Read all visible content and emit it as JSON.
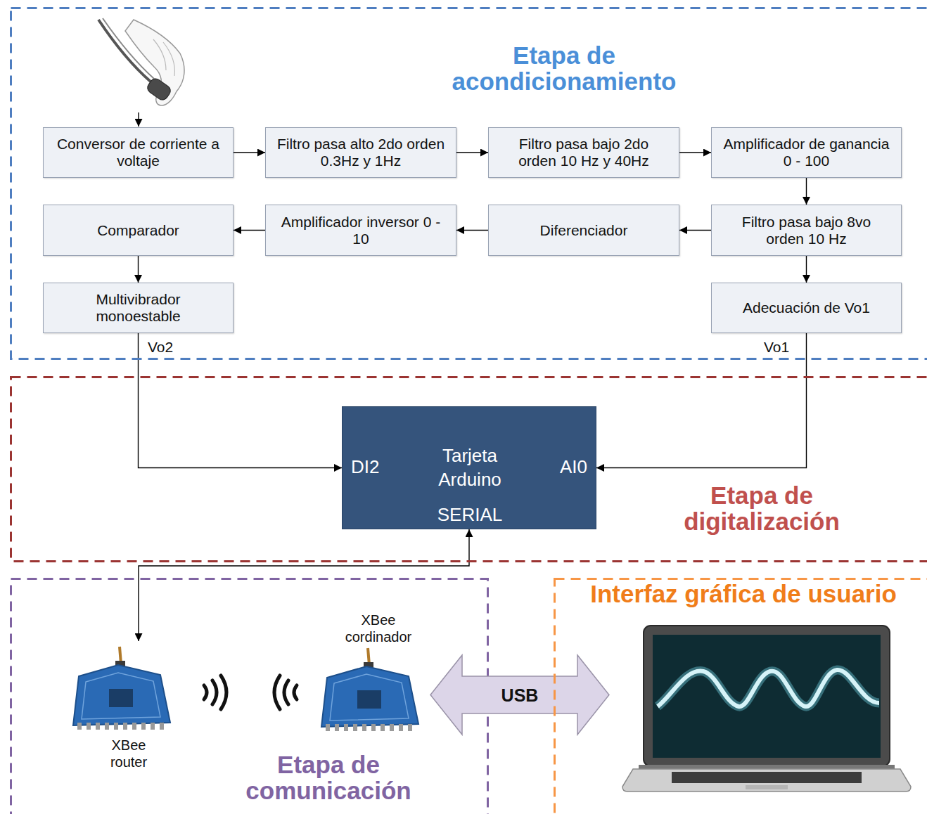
{
  "diagram": {
    "nodes": [
      {
        "text": [
          "Etapa de acondicionamiento"
        ]
      },
      {
        "text": [
          "Conversor de corriente a voltaje"
        ],
        "in": 0
      },
      {
        "text": [
          "Filtro pasa alto 2do orden 0.3Hz y 1Hz"
        ],
        "in": 0
      },
      {
        "text": [
          "Filtro pasa bajo 2do orden 10 Hz y 40Hz"
        ],
        "in": 0
      },
      {
        "text": [
          "Amplificador de ganancia 0 - 100"
        ],
        "in": 0
      },
      {
        "text": [
          "Comparador"
        ],
        "in": 0
      },
      {
        "text": [
          "Amplificador inversor 0 - 10"
        ],
        "in": 0
      },
      {
        "text": [
          "Diferenciador"
        ],
        "in": 0
      },
      {
        "text": [
          "Filtro pasa bajo 8vo orden 10 Hz"
        ],
        "in": 0
      },
      {
        "text": [
          "Multivibrador monoestable"
        ],
        "in": 0
      },
      {
        "text": [
          "Adecuación de Vo1"
        ],
        "in": 0
      },
      {
        "text": [
          "Etapa de digitalización"
        ]
      },
      {
        "text": [
          "DI2",
          "Tarjeta Arduino",
          "AI0",
          "SERIAL"
        ],
        "in": 11
      },
      {
        "text": [
          "Etapa de comunicación"
        ]
      },
      {
        "text": [
          "XBee router"
        ],
        "in": 13
      },
      {
        "text": [
          "XBee cordinador"
        ],
        "in": 13
      },
      {
        "text": [
          "USB"
        ]
      },
      {
        "text": [
          "Interfaz gráfica de usuario"
        ]
      }
    ],
    "edges": [
      {
        "from": 1,
        "to": 2,
        "arrow": "to"
      },
      {
        "from": 2,
        "to": 3,
        "arrow": "to"
      },
      {
        "from": 3,
        "to": 4,
        "arrow": "to"
      },
      {
        "from": 4,
        "to": 8,
        "arrow": "to"
      },
      {
        "from": 8,
        "to": 7,
        "arrow": "to"
      },
      {
        "from": 7,
        "to": 6,
        "arrow": "to"
      },
      {
        "from": 6,
        "to": 5,
        "arrow": "to"
      },
      {
        "from": 5,
        "to": 9,
        "arrow": "to"
      },
      {
        "from": 8,
        "to": 10,
        "arrow": "to"
      },
      {
        "from": 9,
        "to": 12,
        "label": "Vo2",
        "arrow": "to"
      },
      {
        "from": 10,
        "to": 12,
        "label": "Vo1",
        "arrow": "to"
      },
      {
        "from": 12,
        "to": 14,
        "arrow": "both"
      }
    ]
  }
}
